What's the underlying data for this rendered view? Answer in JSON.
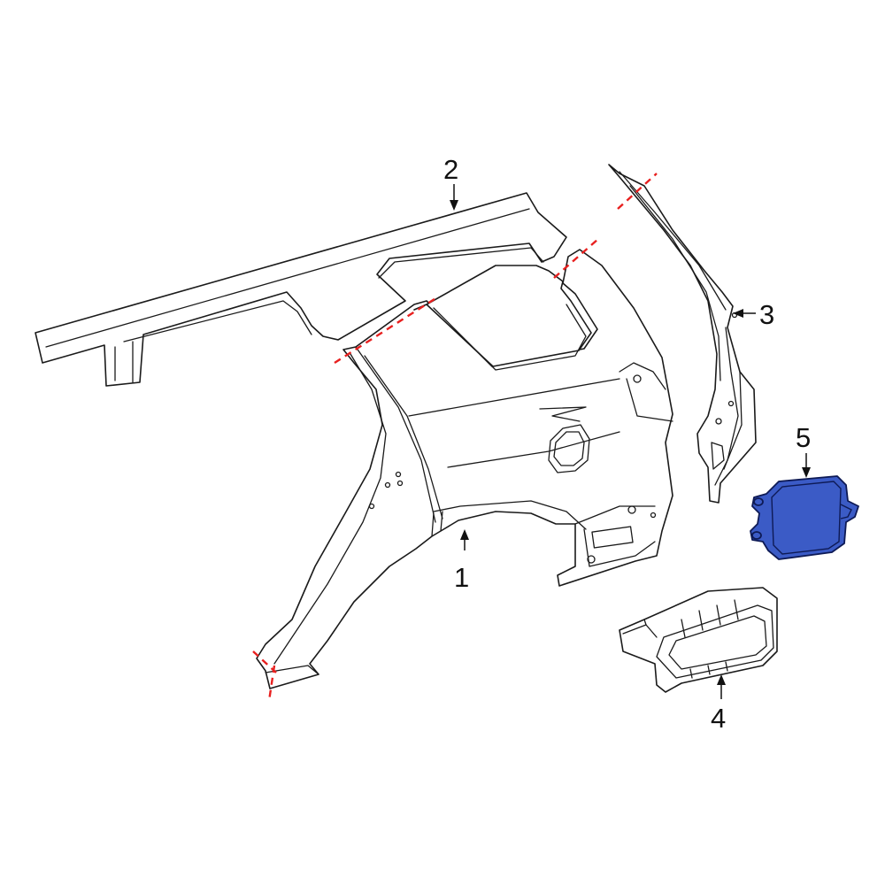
{
  "callouts": [
    {
      "id": "1",
      "label": "1"
    },
    {
      "id": "2",
      "label": "2"
    },
    {
      "id": "3",
      "label": "3"
    },
    {
      "id": "4",
      "label": "4"
    },
    {
      "id": "5",
      "label": "5"
    }
  ],
  "colors": {
    "highlight": "#3b5bc6",
    "cut_line": "#e8201f",
    "line": "#1a1a1a",
    "background": "#ffffff"
  },
  "highlighted_part": "5"
}
